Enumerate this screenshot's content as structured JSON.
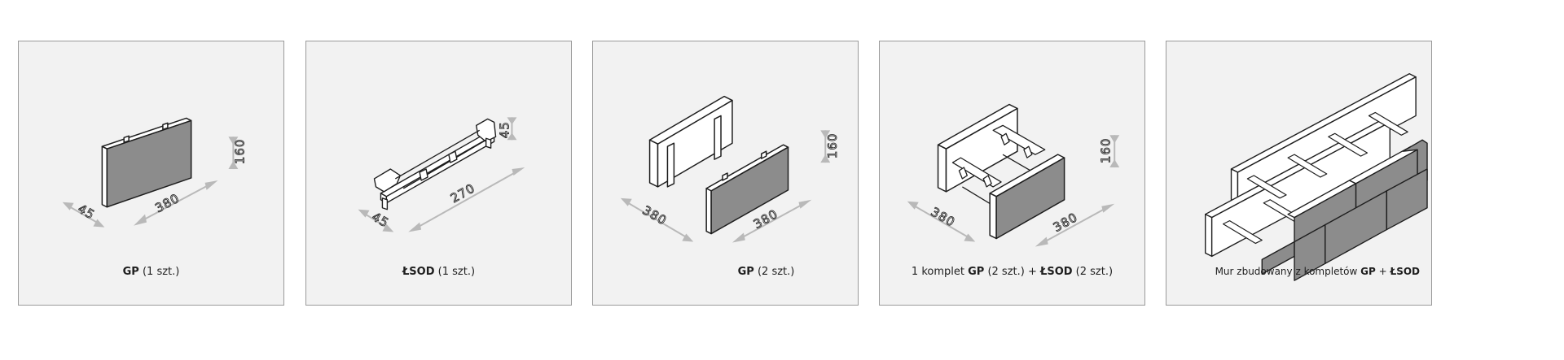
{
  "panels": [
    {
      "dims": {
        "width": "380",
        "depth": "45",
        "height": "160"
      },
      "caption": {
        "bold1": "GP",
        "rest1": " (1 szt.)"
      }
    },
    {
      "dims": {
        "width": "270",
        "depth": "45",
        "height": "45"
      },
      "caption": {
        "bold1": "ŁSOD",
        "rest1": " (1 szt.)"
      }
    },
    {
      "dims": {
        "depth": "380",
        "width": "380",
        "height": "160"
      },
      "caption": {
        "bold1": "GP",
        "rest1": " (2 szt.)"
      }
    },
    {
      "dims": {
        "depth": "380",
        "width": "380",
        "height": "160"
      },
      "caption": {
        "prefix": "1 komplet ",
        "bold1": "GP",
        "rest1": " (2 szt.) + ",
        "bold2": "ŁSOD",
        "rest2": " (2 szt.)"
      }
    },
    {
      "caption": {
        "prefix": "Mur zbudowany z kompletów ",
        "bold1": "GP",
        "rest1": " + ",
        "bold2": "ŁSOD"
      }
    }
  ],
  "colors": {
    "panel_bg": "#f2f2f2",
    "panel_border": "#9a9a9a",
    "block_face": "#8c8c8c",
    "block_side": "#ffffff",
    "dim_arrow": "#b9b9b9"
  }
}
